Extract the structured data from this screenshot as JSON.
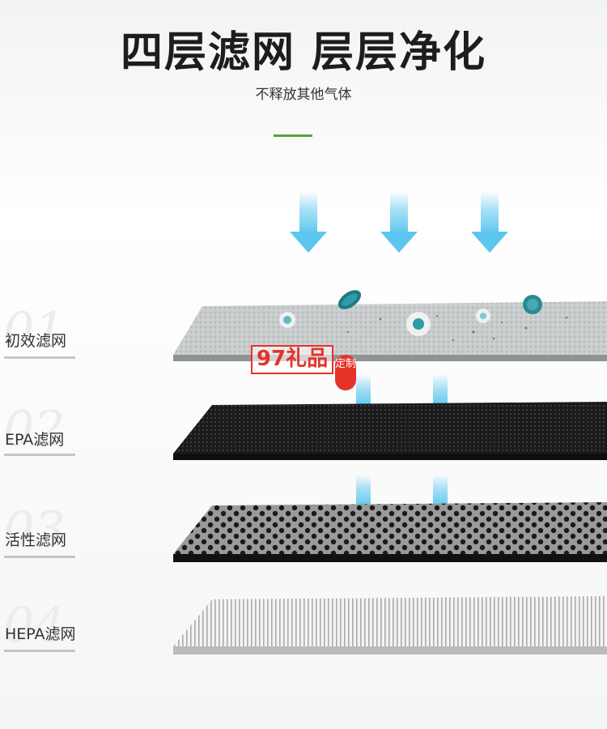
{
  "header": {
    "title": "四层滤网 层层净化",
    "subtitle": "不释放其他气体"
  },
  "layers": [
    {
      "number": "01",
      "label": "初效滤网"
    },
    {
      "number": "02",
      "label": "EPA滤网"
    },
    {
      "number": "03",
      "label": "活性滤网"
    },
    {
      "number": "04",
      "label": "HEPA滤网"
    }
  ],
  "watermark": {
    "text": "97礼品",
    "seal_text": "定制"
  },
  "colors": {
    "accent": "#5ca33a",
    "arrow": "#7ed3f2",
    "stamp": "#e6332a"
  },
  "icons": [
    "airflow-arrow-icon",
    "particle-icon",
    "bacteria-icon"
  ]
}
